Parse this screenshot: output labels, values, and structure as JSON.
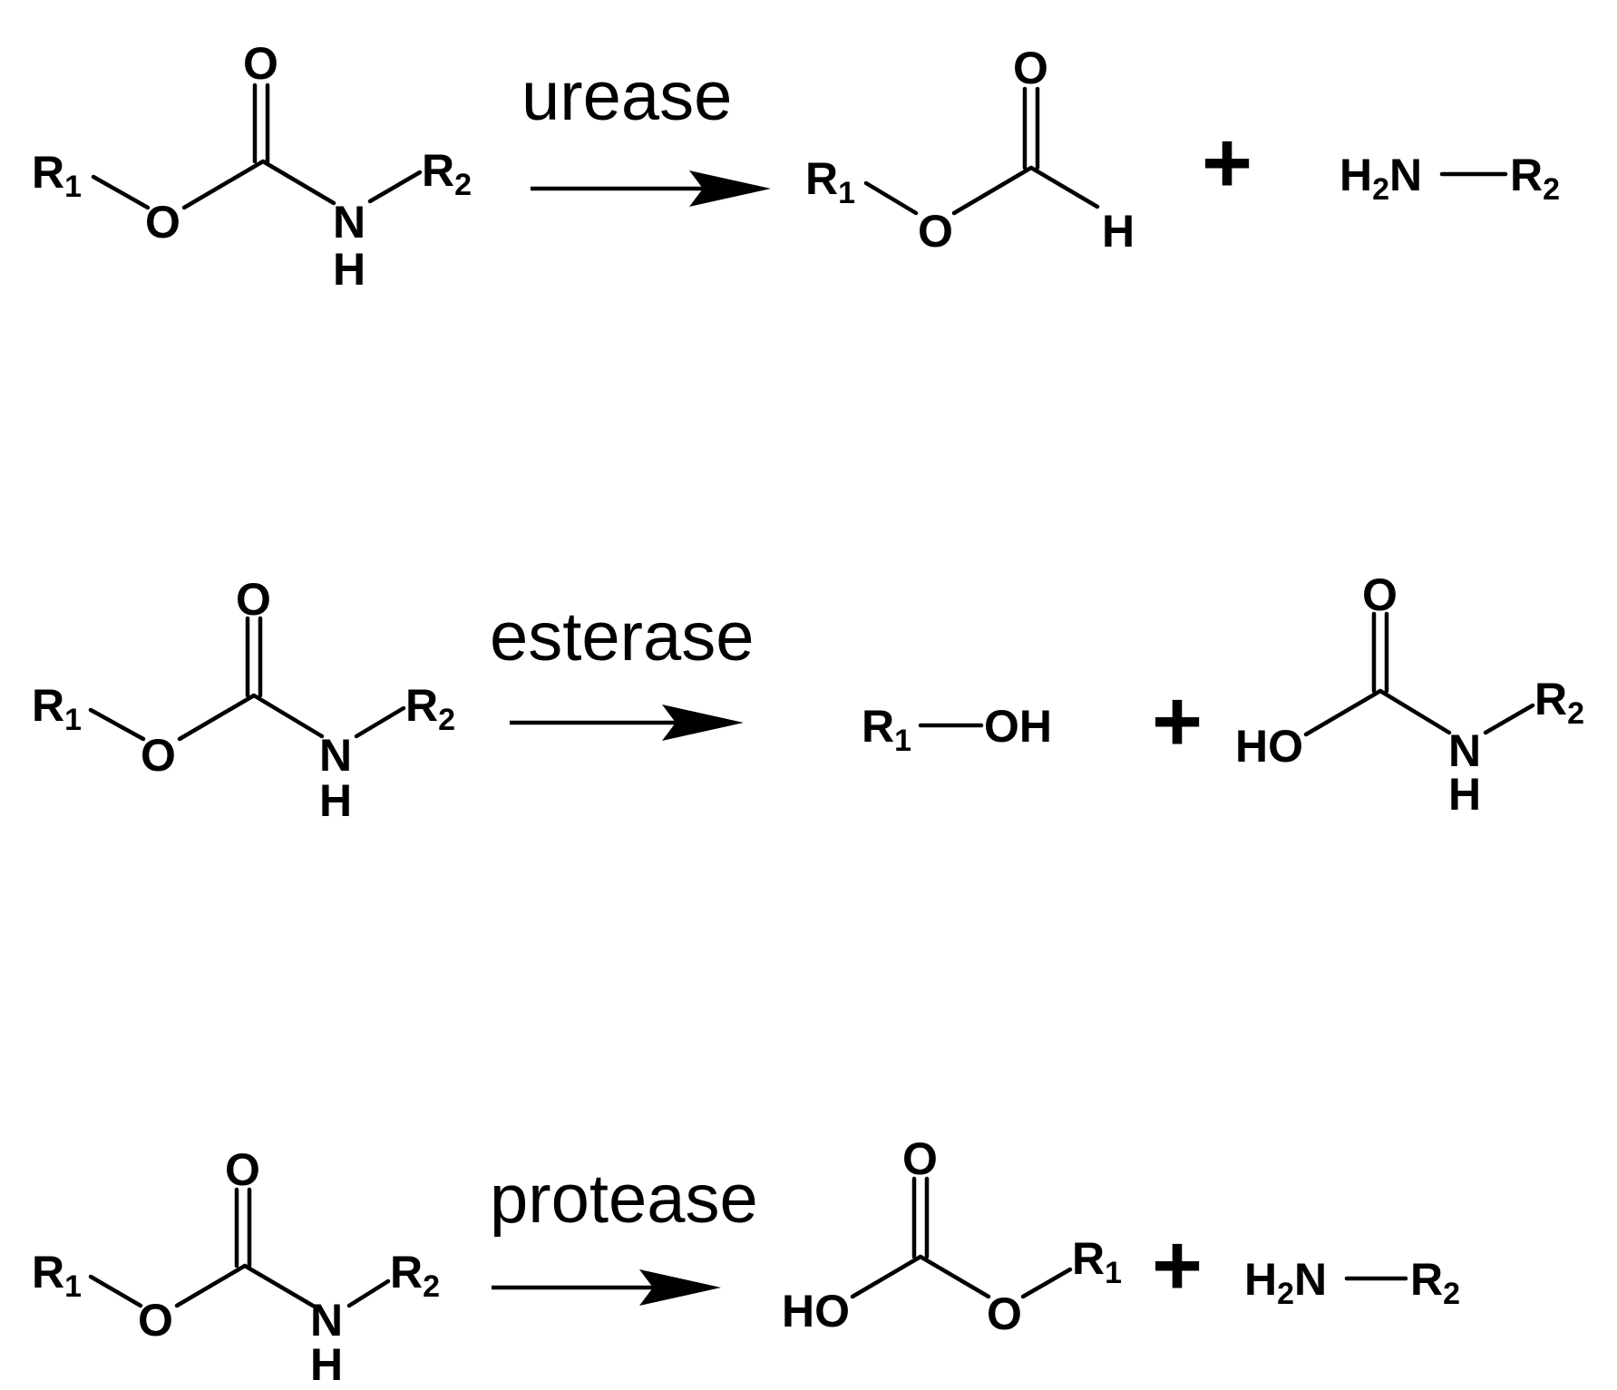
{
  "reactions": [
    {
      "enzyme": "urease",
      "substrate": {
        "R1": "R",
        "R1_sub": "1",
        "O_ester": "O",
        "O_carbonyl": "O",
        "N": "N",
        "H": "H",
        "R2": "R",
        "R2_sub": "2"
      },
      "product1": {
        "R1": "R",
        "R1_sub": "1",
        "O_ester": "O",
        "O_carbonyl": "O",
        "H": "H"
      },
      "plus": "+",
      "product2": {
        "H": "H",
        "H_sub": "2",
        "N": "N",
        "R2": "R",
        "R2_sub": "2"
      }
    },
    {
      "enzyme": "esterase",
      "substrate": {
        "R1": "R",
        "R1_sub": "1",
        "O_ester": "O",
        "O_carbonyl": "O",
        "N": "N",
        "H": "H",
        "R2": "R",
        "R2_sub": "2"
      },
      "product1": {
        "R1": "R",
        "R1_sub": "1",
        "OH": "OH"
      },
      "plus": "+",
      "product2": {
        "HO": "HO",
        "O_carbonyl": "O",
        "N": "N",
        "H": "H",
        "R2": "R",
        "R2_sub": "2"
      }
    },
    {
      "enzyme": "protease",
      "substrate": {
        "R1": "R",
        "R1_sub": "1",
        "O_ester": "O",
        "O_carbonyl": "O",
        "N": "N",
        "H": "H",
        "R2": "R",
        "R2_sub": "2"
      },
      "product1": {
        "HO": "HO",
        "O_carbonyl": "O",
        "O_ester": "O",
        "R1": "R",
        "R1_sub": "1"
      },
      "plus": "+",
      "product2": {
        "H": "H",
        "H_sub": "2",
        "N": "N",
        "R2": "R",
        "R2_sub": "2"
      }
    }
  ]
}
